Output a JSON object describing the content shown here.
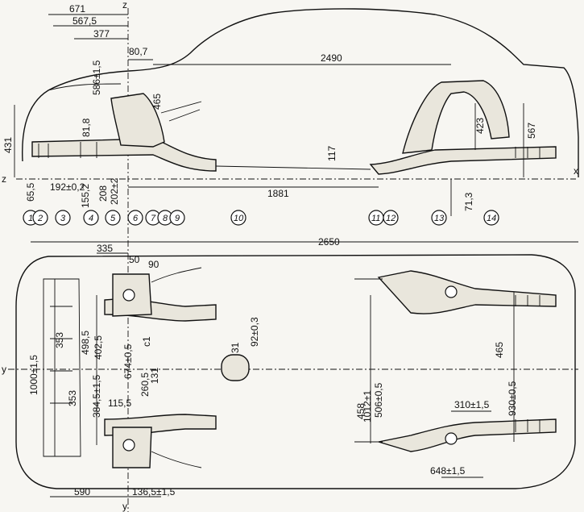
{
  "axes": {
    "z": "z",
    "x": "x",
    "y": "y",
    "left_z": "z",
    "left_y": "y"
  },
  "top_dims": {
    "d671": "671",
    "d567_5": "567,5",
    "d377": "377",
    "d80_7": "80,7",
    "d2490": "2490",
    "d586": "586±1,5",
    "d465a": "465",
    "d81_8": "81,8",
    "d431": "431",
    "d65_5": "65,5",
    "d192": "192±0,2",
    "d155_2": "155,2",
    "d208": "208",
    "d202": "202±2",
    "d1881": "1881",
    "d117": "117",
    "d423": "423",
    "d567": "567",
    "d71_3": "71,3"
  },
  "markers": [
    "1",
    "2",
    "3",
    "4",
    "5",
    "6",
    "7",
    "8",
    "9",
    "10",
    "11",
    "12",
    "13",
    "14"
  ],
  "bottom_dims": {
    "d335": "335",
    "d2650": "2650",
    "d50": "50",
    "d90": "90",
    "d353a": "353",
    "d498_5": "498,5",
    "d402_5": "402,5",
    "d674": "674±0,5",
    "d1000": "1000±1,5",
    "d353b": "353",
    "d384_5": "384,5±1,5",
    "d260_5": "260,5",
    "d115_5": "115,5",
    "d131": "131",
    "d31": "31",
    "d92": "92±0,3",
    "d465b": "465",
    "d458": "458",
    "d1012": "1012±1",
    "d506": "506±0,5",
    "d310": "310±1,5",
    "d930": "930±0,5",
    "d648": "648±1,5",
    "d590": "590",
    "d136_5": "136,5±1,5",
    "dc1": "c1"
  }
}
